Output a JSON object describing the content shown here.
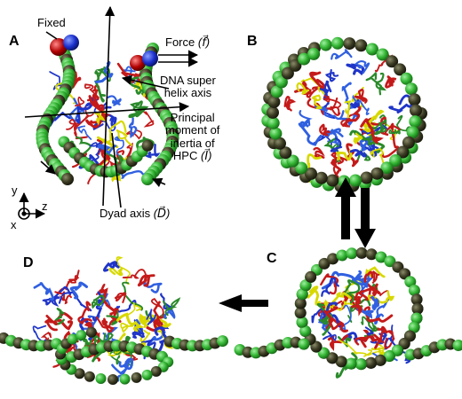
{
  "panels": {
    "a": "A",
    "b": "B",
    "c": "C",
    "d": "D"
  },
  "annotations": {
    "fixed": "Fixed",
    "force": "Force",
    "force_symbol": "(f⃗)",
    "dna_axis_line1": "DNA super",
    "dna_axis_line2": "helix axis",
    "principal_line1": "Principal",
    "principal_line2": "moment of",
    "principal_line3": "inertia of",
    "principal_line4": "HPC",
    "principal_symbol": "(I⃗)",
    "dyad": "Dyad axis",
    "dyad_symbol": "(D⃗)"
  },
  "coordinate_frame": {
    "y": "y",
    "z": "z",
    "x": "x"
  },
  "colors": {
    "dna_green": "#3cb93c",
    "dna_dark": "#3a3a22",
    "protein_blue": "#1f35c8",
    "protein_red": "#c41a1a",
    "protein_yellow": "#d8d800",
    "tail_blue": "#3060e0",
    "bead_red": "#b00000",
    "bead_blue": "#1a2fcc"
  }
}
